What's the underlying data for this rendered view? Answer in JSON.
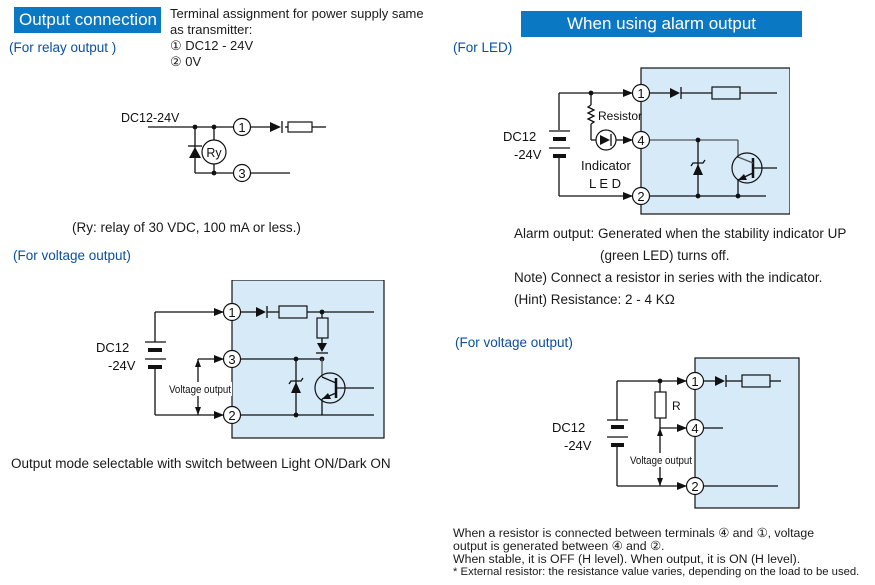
{
  "left": {
    "title": "Output connection",
    "terminal_note": {
      "line1": "Terminal assignment for power supply same",
      "line2": "as transmitter:",
      "line3": "① DC12 - 24V",
      "line4": "② 0V"
    },
    "relay": {
      "subtitle": "(For relay output )",
      "supply_label": "DC12-24V",
      "relay_label": "Ry",
      "terminals": [
        "1",
        "3"
      ],
      "caption": "(Ry: relay of 30 VDC, 100 mA or less.)"
    },
    "voltage": {
      "subtitle": "(For voltage output)",
      "supply_line1": "DC12",
      "supply_line2": "-24V",
      "output_label": "Voltage output",
      "terminals": [
        "1",
        "3",
        "2"
      ],
      "caption": "Output mode selectable with switch between Light ON/Dark ON"
    }
  },
  "right": {
    "title": "When using alarm output",
    "led": {
      "subtitle": "(For LED)",
      "supply_line1": "DC12",
      "supply_line2": "-24V",
      "resistor_label": "Resistor",
      "indicator_line1": "Indicator",
      "indicator_line2": "L E D",
      "terminals": [
        "1",
        "4",
        "2"
      ],
      "notes": {
        "alarm_line1": "Alarm output: Generated when the stability indicator UP",
        "alarm_line2": "(green LED) turns off.",
        "note": "Note) Connect a resistor in series with the indicator.",
        "hint": "(Hint) Resistance: 2 - 4 KΩ"
      }
    },
    "voltage": {
      "subtitle": "(For voltage output)",
      "supply_line1": "DC12",
      "supply_line2": "-24V",
      "resistor_label": "R",
      "output_label": "Voltage output",
      "terminals": [
        "1",
        "4",
        "2"
      ],
      "notes": {
        "line1": "When a resistor is connected between terminals ④ and ①, voltage",
        "line2": "output is generated between ④ and ②.",
        "line3": "When stable, it is OFF (H level). When output, it is ON (H level).",
        "line4": "* External resistor: the resistance value varies, depending on the load to be used."
      }
    }
  }
}
